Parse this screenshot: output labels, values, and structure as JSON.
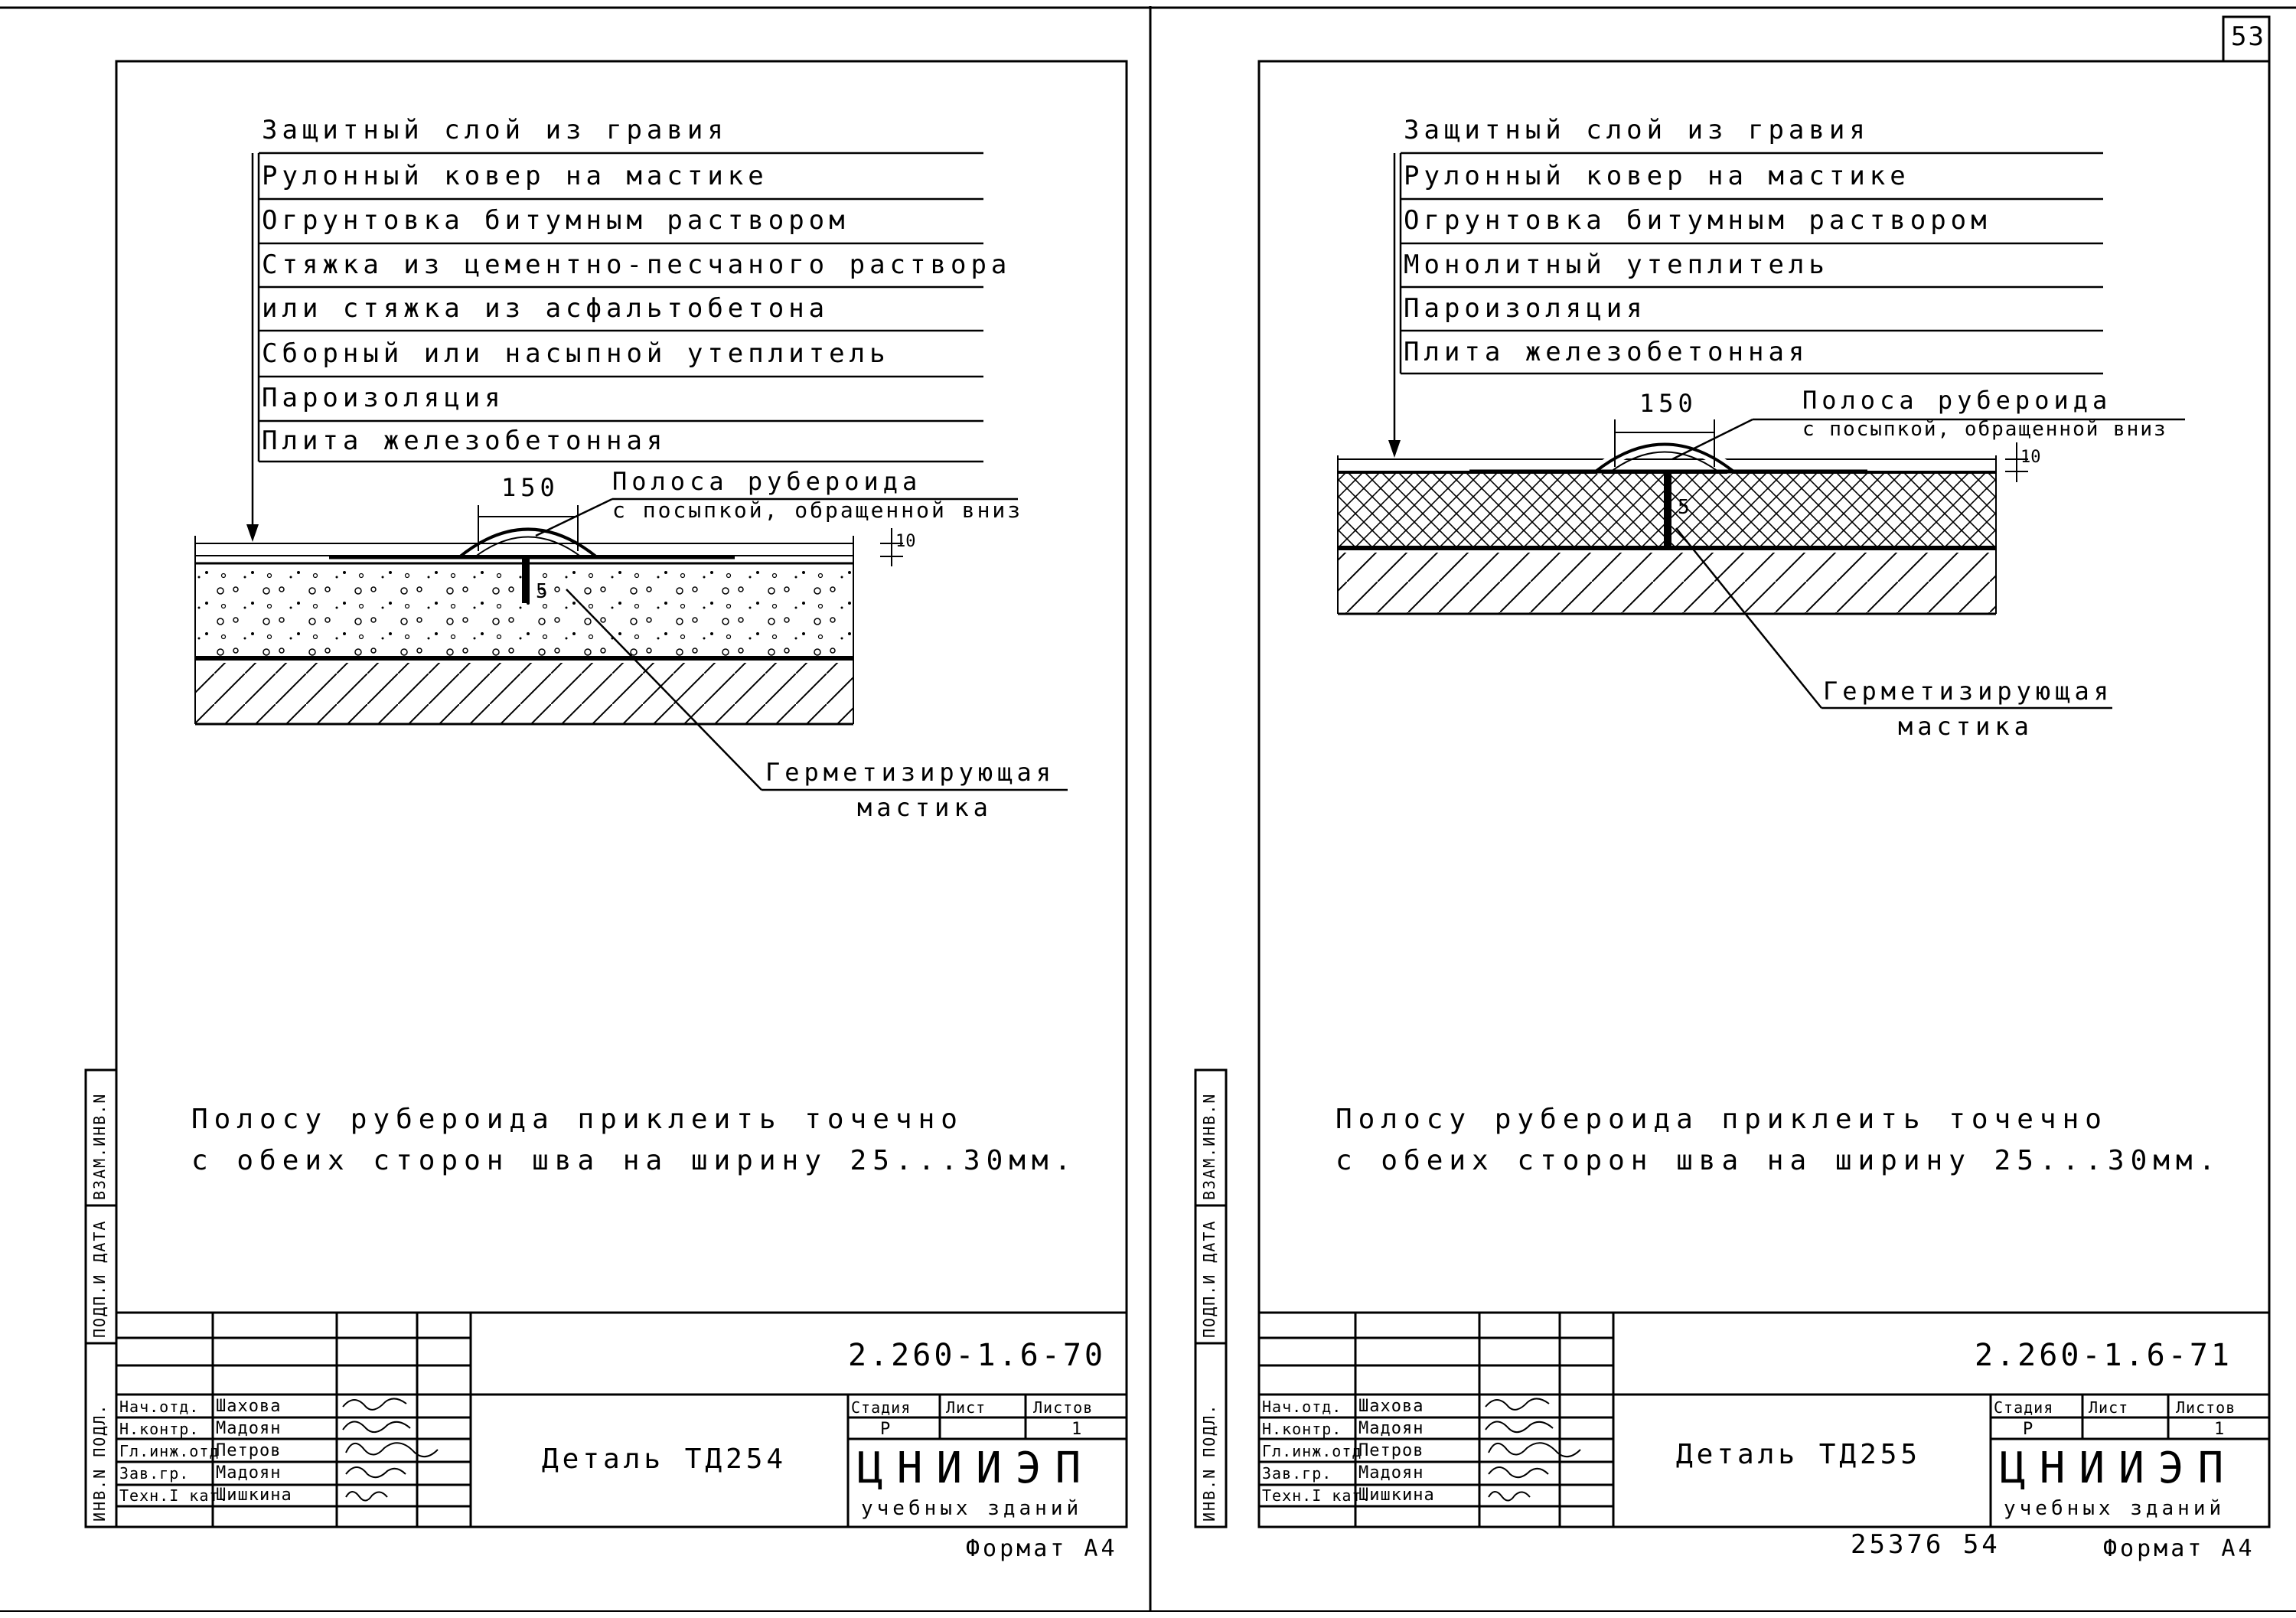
{
  "page_number": "53",
  "bottom_number": "25376  54",
  "side_labels": [
    "ВЗАМ.ИНВ.N",
    "ПОДП.И ДАТА",
    "ИНВ.N ПОДЛ."
  ],
  "left": {
    "layers": [
      "Защитный слой из гравия",
      "Рулонный ковер на мастике",
      "Огрунтовка битумным раствором",
      "Стяжка из цементно-песчаного раствора",
      "или стяжка из асфальтобетона",
      "Сборный или насыпной утеплитель",
      "Пароизоляция",
      "Плита железобетонная"
    ],
    "dim_150": "150",
    "dim_10": "10",
    "dim_5": "5",
    "strip_label_1": "Полоса рубероида",
    "strip_label_2": "с посыпкой, обращенной вниз",
    "mastic_1": "Герметизирующая",
    "mastic_2": "мастика",
    "note_1": "Полосу рубероида приклеить точечно",
    "note_2": "с обеих сторон шва на ширину 25...30мм.",
    "code": "2.260-1.6-70",
    "detail": "Деталь ТД254",
    "format": "Формат А4"
  },
  "right": {
    "layers": [
      "Защитный слой из гравия",
      "Рулонный ковер на мастике",
      "Огрунтовка битумным раствором",
      "Монолитный утеплитель",
      "Пароизоляция",
      "Плита железобетонная"
    ],
    "dim_150": "150",
    "dim_10": "10",
    "dim_5": "5",
    "strip_label_1": "Полоса рубероида",
    "strip_label_2": "с посыпкой, обращенной вниз",
    "mastic_1": "Герметизирующая",
    "mastic_2": "мастика",
    "note_1": "Полосу рубероида приклеить точечно",
    "note_2": "с обеих сторон шва на ширину 25...30мм.",
    "code": "2.260-1.6-71",
    "detail": "Деталь ТД255",
    "format": "Формат А4"
  },
  "title_block": {
    "roles": [
      "Нач.отд.",
      "Н.контр.",
      "Гл.инж.отд",
      "Зав.гр.",
      "Техн.I кат."
    ],
    "names": [
      "Шахова",
      "Мадоян",
      "Петров",
      "Мадоян",
      "Шишкина"
    ],
    "stage_header": "Стадия",
    "sheet_header": "Лист",
    "sheets_header": "Листов",
    "stage": "Р",
    "sheet": "",
    "sheets": "1",
    "org": "ЦНИИЭП",
    "org_sub": "учебных зданий"
  }
}
